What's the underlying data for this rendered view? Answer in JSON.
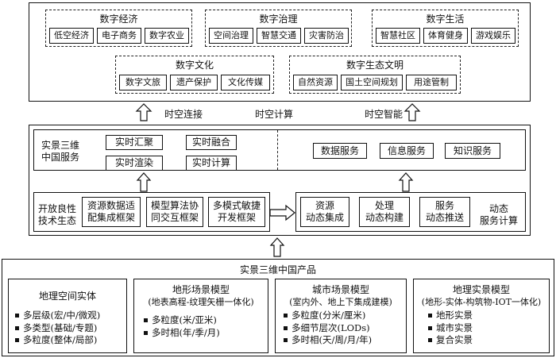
{
  "top": {
    "groups": [
      {
        "title": "数字经济",
        "items": [
          "低空经济",
          "电子商务",
          "数字农业"
        ]
      },
      {
        "title": "数字治理",
        "items": [
          "空间治理",
          "智慧交通",
          "灾害防治"
        ]
      },
      {
        "title": "数字生活",
        "items": [
          "智慧社区",
          "体育健身",
          "游戏娱乐"
        ]
      },
      {
        "title": "数字文化",
        "items": [
          "数字文旅",
          "遗产保护",
          "文化传媒"
        ]
      },
      {
        "title": "数字生态文明",
        "items": [
          "自然资源",
          "国土空间规划",
          "用途管制"
        ]
      }
    ]
  },
  "links": [
    "时空连接",
    "时空计算",
    "时空智能"
  ],
  "middle": {
    "service_label": [
      "实景三维",
      "中国服务"
    ],
    "realtime": [
      "实时汇聚",
      "实时融合",
      "实时渲染",
      "实时计算"
    ],
    "services": [
      "数据服务",
      "信息服务",
      "知识服务"
    ],
    "ecosystem_label": [
      "开放良性",
      "技术生态"
    ],
    "frameworks": [
      [
        "资源数据适",
        "配集成框架"
      ],
      [
        "模型算法协",
        "同交互框架"
      ],
      [
        "多模式敏捷",
        "开发框架"
      ]
    ],
    "dynamic": [
      [
        "资源",
        "动态集成"
      ],
      [
        "处理",
        "动态构建"
      ],
      [
        "服务",
        "动态推送"
      ]
    ],
    "dynamic_label": [
      "动态",
      "服务计算"
    ]
  },
  "bottom": {
    "title": "实景三维中国产品",
    "cards": [
      {
        "title": "地理空间实体",
        "subtitle": "",
        "items": [
          "多层级(宏/中/微观)",
          "多类型(基础/专题)",
          "多粒度(整体/局部)"
        ]
      },
      {
        "title": "地形场景模型",
        "subtitle": "(地表高程-纹理矢栅一体化)",
        "items": [
          "多粒度(米/亚米)",
          "多时相(年/季/月)"
        ]
      },
      {
        "title": "城市场景模型",
        "subtitle": "(室内外、地上下集成建模)",
        "items": [
          "多粒度(分米/厘米)",
          "多细节层次(LODs)",
          "多时相(天/周/月/年)"
        ]
      },
      {
        "title": "地理实景模型",
        "subtitle": "(地形-实体-构筑物-IOT一体化)",
        "items": [
          "地形实景",
          "城市实景",
          "复合实景"
        ]
      }
    ]
  }
}
